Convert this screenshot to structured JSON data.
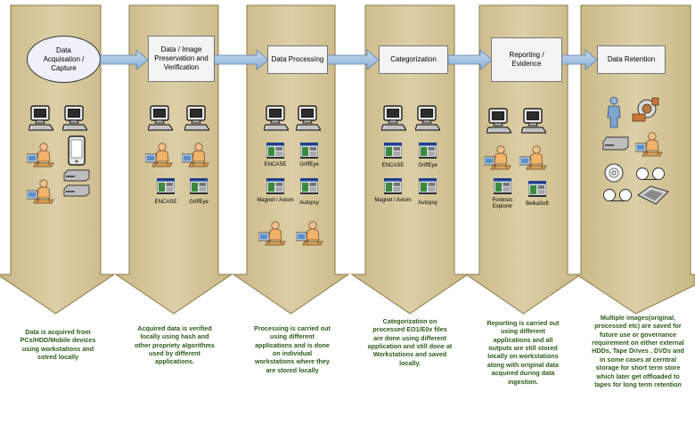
{
  "stages": [
    {
      "title": "Data Acquisation / Capture",
      "description": "Data is acquired from PCs/HDD/Mobile devices using workstations and sotred locally"
    },
    {
      "title": "Data / Image Preservation and Verification",
      "description": "Acquired data is verified locally using hash and other propriety algorithms used by different applications."
    },
    {
      "title": "Data Processing",
      "description": "Processing is carried out using different applications and is done on individual workstations where they are stored locally"
    },
    {
      "title": "Categorization",
      "description": "Categorization on processed EO1/E0x files are done using different application and still done at Workstations and saved locally."
    },
    {
      "title": "Reporting / Evidence",
      "description": "Reporting is carried out using different applications and all outputs are still stored locally on workstations along with original data acquired during data ingestion."
    },
    {
      "title": "Data Retention",
      "description": "Multiple images(original, processed etc) are saved for future use or governance requirement on either external HDDs, Tape Drives , DVDs and in some cases at cerntral storage for short term store which later get offloaded to tapes for long term retention"
    }
  ],
  "apps": {
    "encase": "ENCASE",
    "griffeye": "GriffEye",
    "magnet": "Magnet / Axiom",
    "autopsy": "Autopsy",
    "forensic": "Forensic Explorer",
    "belkasoft": "BelkaSoft"
  },
  "colors": {
    "arrow_fill": "#d2c295",
    "arrow_stroke": "#8c7a4a",
    "flow_arrow": "#a9c4e3",
    "desc_text": "#2e5a1a"
  }
}
